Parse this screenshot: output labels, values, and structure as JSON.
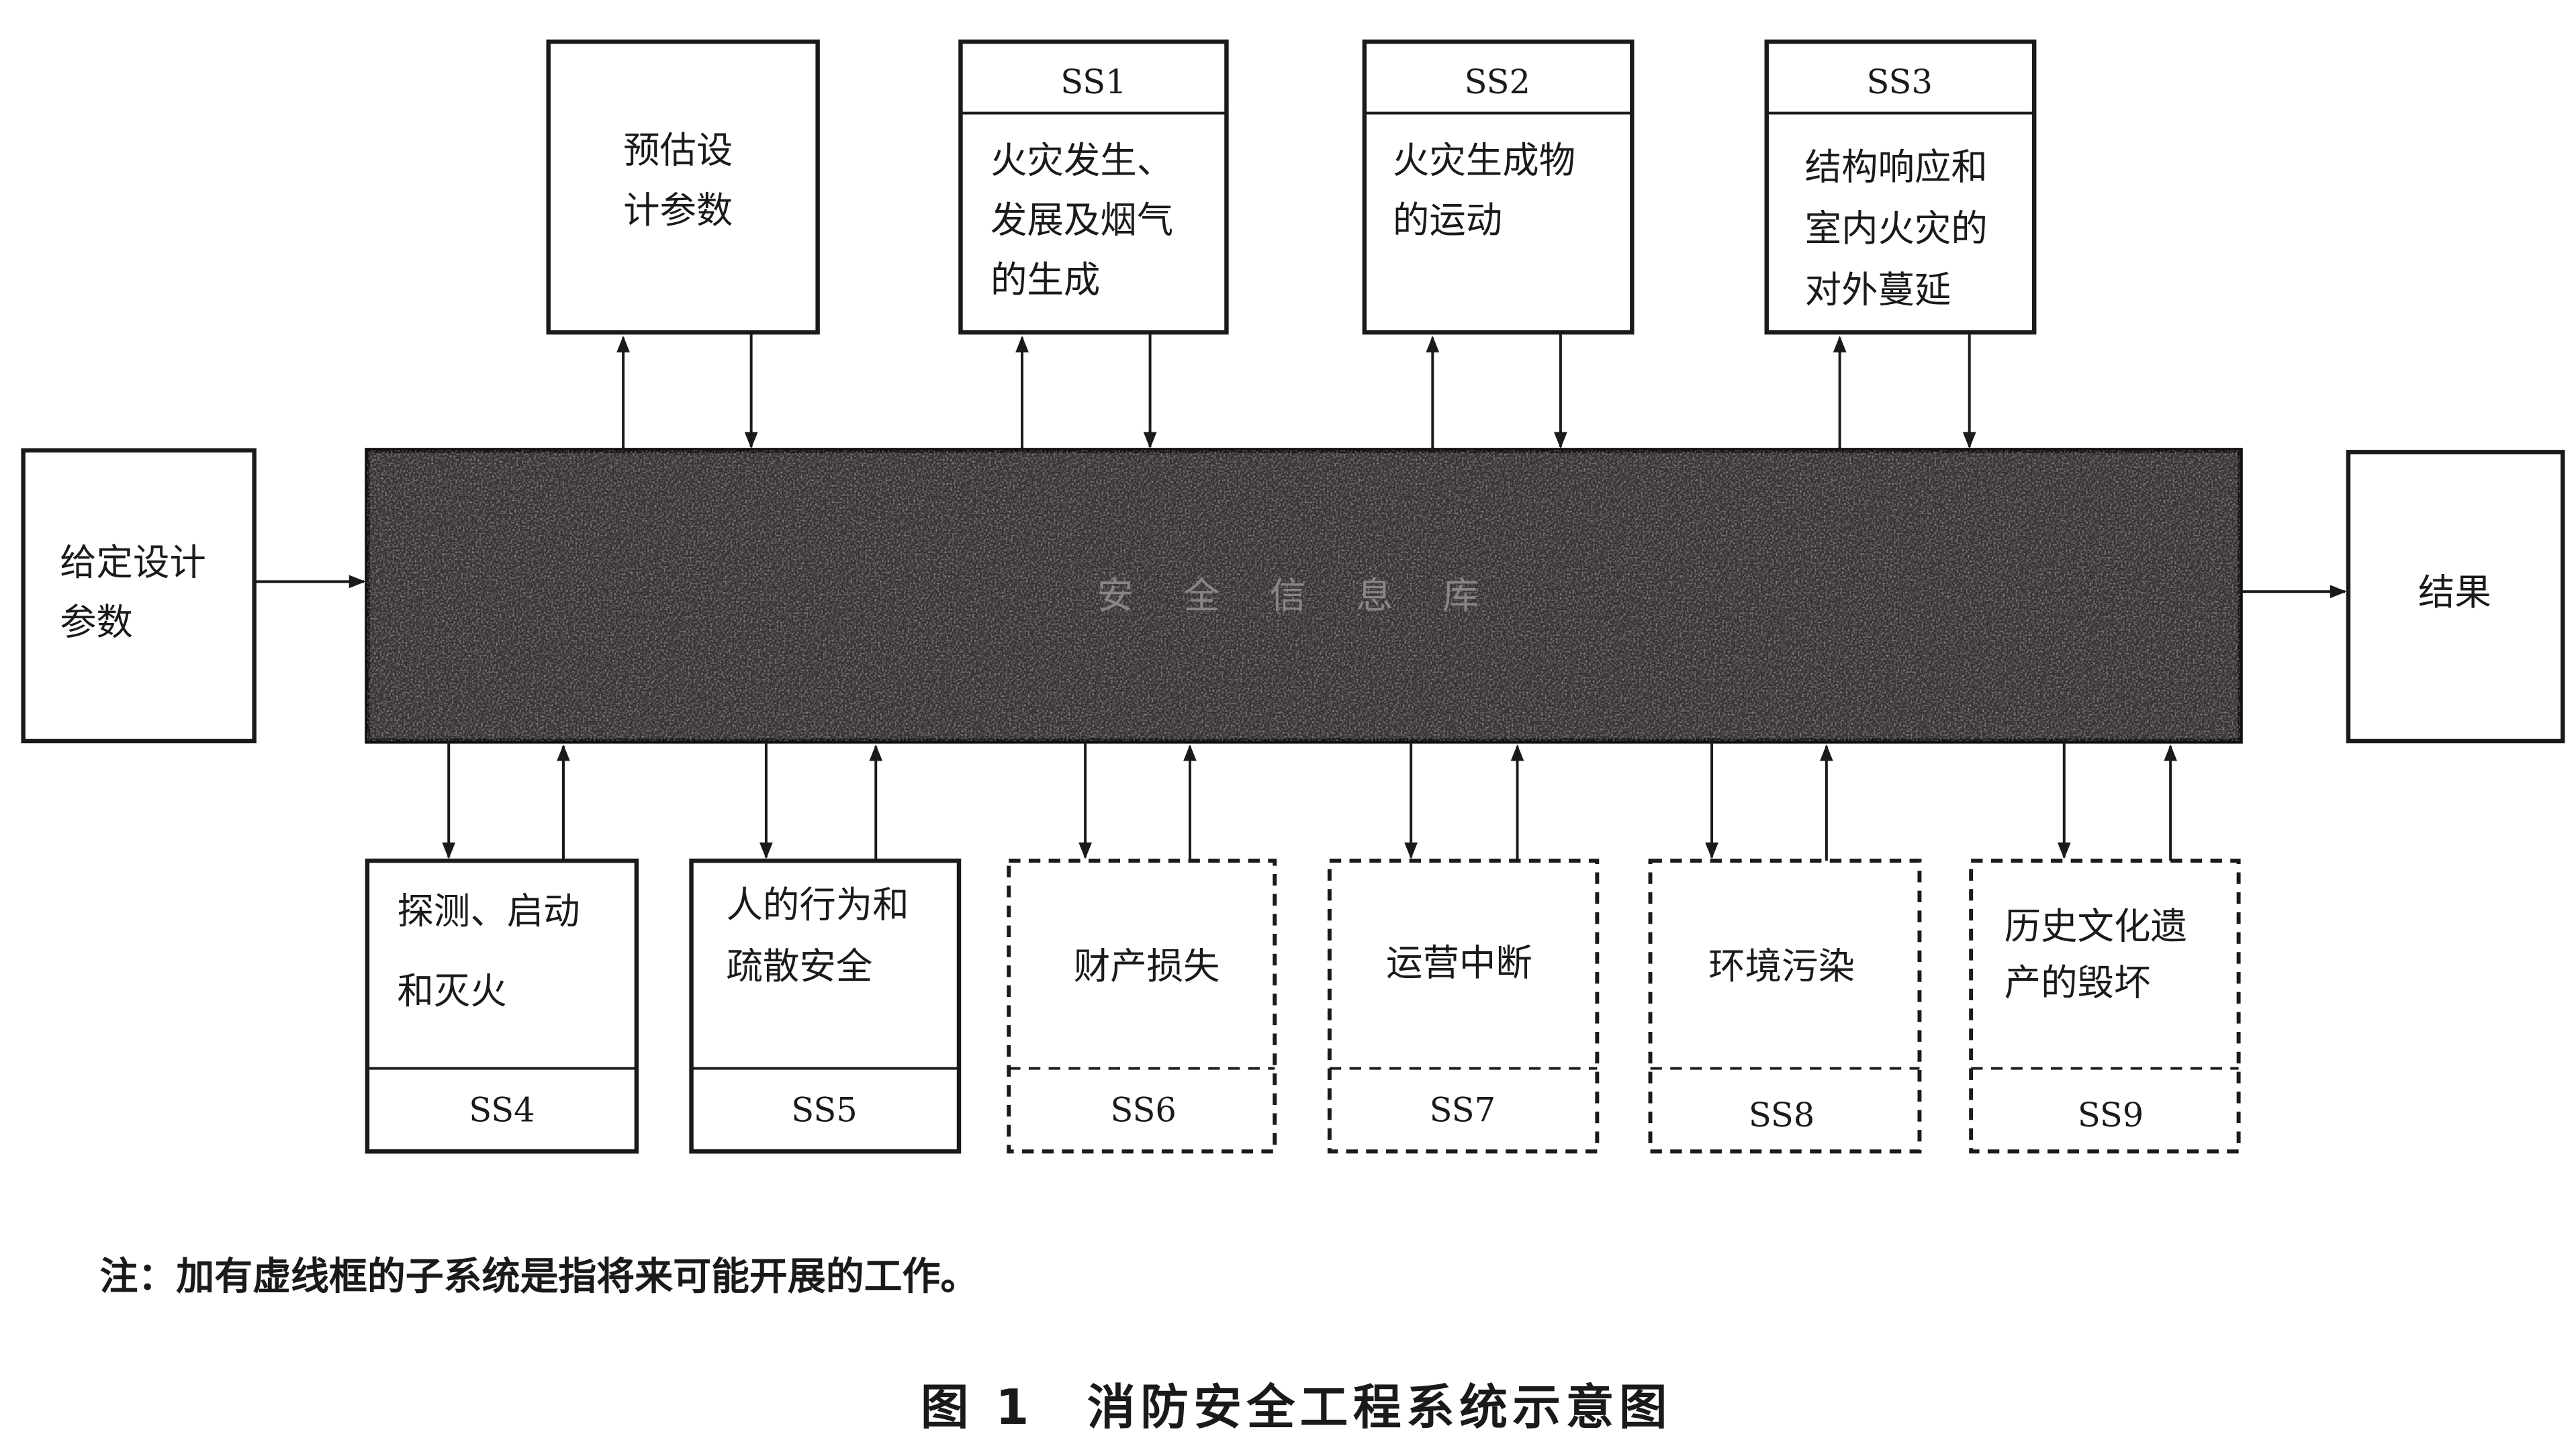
{
  "center": {
    "label": "安全信息库"
  },
  "input": {
    "lines": [
      "给定设计",
      "参数"
    ]
  },
  "output": {
    "label": "结果"
  },
  "top_boxes": [
    {
      "id": "",
      "lines": [
        "预估设",
        "计参数"
      ]
    },
    {
      "id": "SS1",
      "lines": [
        "火灾发生、",
        "发展及烟气",
        "的生成"
      ]
    },
    {
      "id": "SS2",
      "lines": [
        "火灾生成物",
        "的运动"
      ]
    },
    {
      "id": "SS3",
      "lines": [
        "结构响应和",
        "室内火灾的",
        "对外蔓延"
      ]
    }
  ],
  "bottom_boxes": [
    {
      "id": "SS4",
      "lines": [
        "探测、启动",
        "和灭火"
      ],
      "dashed": false
    },
    {
      "id": "SS5",
      "lines": [
        "人的行为和",
        "疏散安全"
      ],
      "dashed": false
    },
    {
      "id": "SS6",
      "lines": [
        "财产损失"
      ],
      "dashed": true
    },
    {
      "id": "SS7",
      "lines": [
        "运营中断"
      ],
      "dashed": true
    },
    {
      "id": "SS8",
      "lines": [
        "环境污染"
      ],
      "dashed": true
    },
    {
      "id": "SS9",
      "lines": [
        "历史文化遗",
        "产的毁坏"
      ],
      "dashed": true
    }
  ],
  "note": "注：加有虚线框的子系统是指将来可能开展的工作。",
  "caption": "图 1　消防安全工程系统示意图",
  "colors": {
    "bar": "#363132"
  }
}
